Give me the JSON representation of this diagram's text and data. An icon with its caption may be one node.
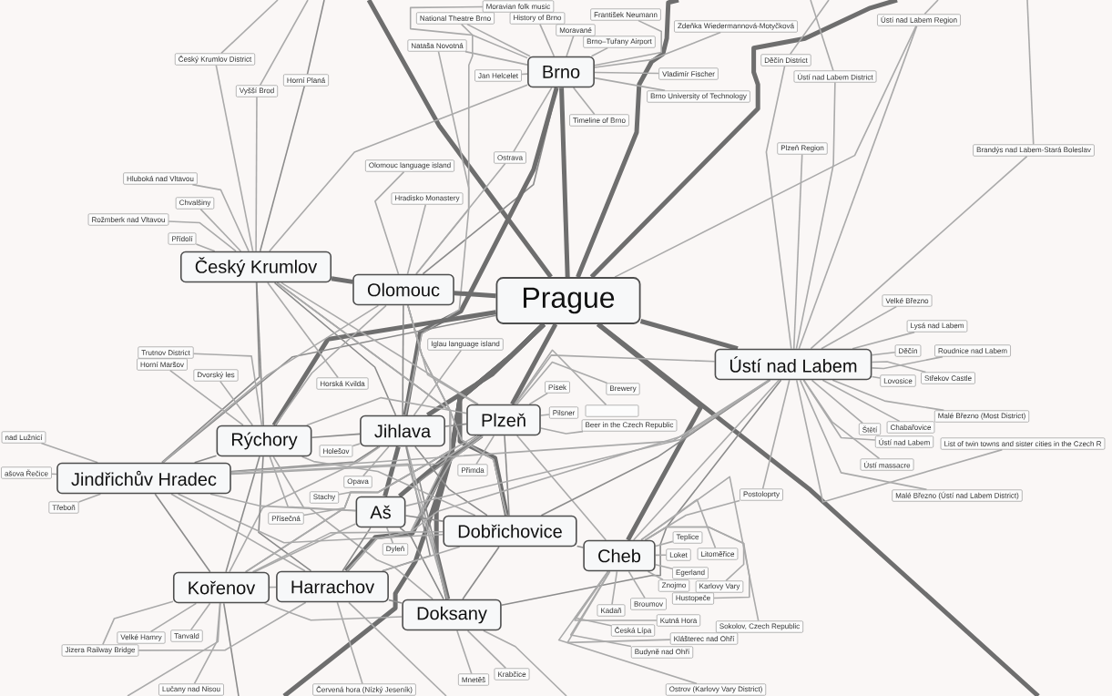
{
  "diagram": {
    "nodes": [
      {
        "text": [
          "Moravian folk music"
        ]
      },
      {
        "text": [
          "National Theatre Brno"
        ]
      },
      {
        "text": [
          "History of Brno"
        ]
      },
      {
        "text": [
          "František Neumann"
        ]
      },
      {
        "text": [
          "Ústí nad Labem Region"
        ]
      },
      {
        "text": [
          "Zdeňka Wiedermannová-Motyčková"
        ]
      },
      {
        "text": [
          "Moravané"
        ]
      },
      {
        "text": [
          "Brno–Tuřany Airport"
        ]
      },
      {
        "text": [
          "Nataša Novotná"
        ]
      },
      {
        "text": [
          "Český Krumlov District"
        ]
      },
      {
        "text": [
          "Děčín District"
        ]
      },
      {
        "text": [
          "Brno"
        ]
      },
      {
        "text": [
          "Jan Helcelet"
        ]
      },
      {
        "text": [
          "Vladimír Fischer"
        ]
      },
      {
        "text": [
          "Ústí nad Labem District"
        ]
      },
      {
        "text": [
          "Horní Planá"
        ]
      },
      {
        "text": [
          "Vyšší Brod"
        ]
      },
      {
        "text": [
          "Brno University of Technology"
        ]
      },
      {
        "text": [
          "Timeline of Brno"
        ]
      },
      {
        "text": [
          "Plzeň Region"
        ]
      },
      {
        "text": [
          "Brandýs nad Labem-Stará Boleslav"
        ]
      },
      {
        "text": [
          "Ostrava"
        ]
      },
      {
        "text": [
          "Olomouc language island"
        ]
      },
      {
        "text": [
          "Hluboká nad Vltavou"
        ]
      },
      {
        "text": [
          "Hradisko Monastery"
        ]
      },
      {
        "text": [
          "Chvalšiny"
        ]
      },
      {
        "text": [
          "Rožmberk nad Vltavou"
        ]
      },
      {
        "text": [
          "Přídolí"
        ]
      },
      {
        "text": [
          "Český Krumlov"
        ]
      },
      {
        "text": [
          "Olomouc"
        ]
      },
      {
        "text": [
          "Prague"
        ]
      },
      {
        "text": [
          "Velké Březno"
        ]
      },
      {
        "text": [
          "Lysá nad Labem"
        ]
      },
      {
        "text": [
          "Iglau language island"
        ]
      },
      {
        "text": [
          "Děčín"
        ]
      },
      {
        "text": [
          "Roudnice nad Labem"
        ]
      },
      {
        "text": [
          "Trutnov District"
        ]
      },
      {
        "text": [
          "Horní Maršov"
        ]
      },
      {
        "text": [
          "Ústí nad Labem"
        ]
      },
      {
        "text": [
          "Dvorský les"
        ]
      },
      {
        "text": [
          "Střekov Castle"
        ]
      },
      {
        "text": [
          "Lovosice"
        ]
      },
      {
        "text": [
          "Horská Kvilda"
        ]
      },
      {
        "text": [
          "Písek"
        ]
      },
      {
        "text": [
          "Brewery"
        ]
      },
      {
        "text": [],
        "shape": "box"
      },
      {
        "text": [
          "Pilsner"
        ]
      },
      {
        "text": [
          "Malé Březno (Most District)"
        ]
      },
      {
        "text": [
          "Plzeň"
        ]
      },
      {
        "text": [
          "Beer in the Czech Republic"
        ]
      },
      {
        "text": [
          "Štětí"
        ]
      },
      {
        "text": [
          "Chabařovice"
        ]
      },
      {
        "text": [
          "Jihlava"
        ]
      },
      {
        "text": [
          "nad Lužnicí"
        ]
      },
      {
        "text": [
          "Rýchory"
        ]
      },
      {
        "text": [
          "Ústí nad Labem"
        ]
      },
      {
        "text": [
          "List of twin towns and sister cities in the Czech R"
        ]
      },
      {
        "text": [
          "Holešov"
        ]
      },
      {
        "text": [
          "Ústí massacre"
        ]
      },
      {
        "text": [
          "Přimda"
        ]
      },
      {
        "text": [
          "ašova Řečice"
        ]
      },
      {
        "text": [
          "Jindřichův Hradec"
        ]
      },
      {
        "text": [
          "Opava"
        ]
      },
      {
        "text": [
          "Postoloprty"
        ]
      },
      {
        "text": [
          "Malé Březno (Ústí nad Labem District)"
        ]
      },
      {
        "text": [
          "Stachy"
        ]
      },
      {
        "text": [
          "Třeboň"
        ]
      },
      {
        "text": [
          "Aš"
        ]
      },
      {
        "text": [
          "Přísečná"
        ]
      },
      {
        "text": [
          "Dobřichovice"
        ]
      },
      {
        "text": [
          "Teplice"
        ]
      },
      {
        "text": [
          "Dyleň"
        ]
      },
      {
        "text": [
          "Loket"
        ]
      },
      {
        "text": [
          "Litoměřice"
        ]
      },
      {
        "text": [
          "Cheb"
        ]
      },
      {
        "text": [
          "Egerland"
        ]
      },
      {
        "text": [
          "Znojmo"
        ]
      },
      {
        "text": [
          "Karlovy Vary"
        ]
      },
      {
        "text": [
          "Kořenov"
        ]
      },
      {
        "text": [
          "Harrachov"
        ]
      },
      {
        "text": [
          "Hustopeče"
        ]
      },
      {
        "text": [
          "Broumov"
        ]
      },
      {
        "text": [
          "Kadaň"
        ]
      },
      {
        "text": [
          "Doksany"
        ]
      },
      {
        "text": [
          "Kutná Hora"
        ]
      },
      {
        "text": [
          "Sokolov, Czech Republic"
        ]
      },
      {
        "text": [
          "Česká Lípa"
        ]
      },
      {
        "text": [
          "Tanvald"
        ]
      },
      {
        "text": [
          "Velké Hamry"
        ]
      },
      {
        "text": [
          "Klášterec nad Ohří"
        ]
      },
      {
        "text": [
          "Jizera Railway Bridge"
        ]
      },
      {
        "text": [
          "Budyně nad Ohří"
        ]
      },
      {
        "text": [
          "Krabčice"
        ]
      },
      {
        "text": [
          "Mnetěš"
        ]
      },
      {
        "text": [
          "Červená hora (Nízký Jeseník)"
        ]
      },
      {
        "text": [
          "Lučany nad Nisou"
        ]
      },
      {
        "text": [
          "Ostrov (Karlovy Vary District)"
        ]
      }
    ],
    "edges": [
      {
        "from": null,
        "to": 9,
        "arrow": "none"
      },
      {
        "from": null,
        "to": 16,
        "arrow": "none"
      },
      {
        "from": null,
        "to": 15,
        "arrow": "none",
        "color": "#8c8c8c"
      },
      {
        "from": null,
        "to": 30,
        "arrow": "none",
        "style": "thick",
        "color": "#6e6e6e"
      },
      {
        "from": null,
        "to": 30,
        "arrow": "none",
        "style": "thick",
        "color": "#6e6e6e"
      },
      {
        "from": 30,
        "to": null,
        "arrow": "none",
        "style": "thick",
        "color": "#6e6e6e"
      },
      {
        "from": 30,
        "to": null,
        "arrow": "none",
        "style": "thick",
        "color": "#6e6e6e"
      },
      {
        "from": null,
        "to": 10,
        "arrow": "none"
      },
      {
        "from": null,
        "to": 14,
        "arrow": "none"
      },
      {
        "from": null,
        "to": 4,
        "arrow": "none"
      },
      {
        "from": null,
        "to": 20,
        "arrow": "none"
      },
      {
        "from": 48,
        "to": null,
        "arrow": "none",
        "style": "thick",
        "color": "#6e6e6e"
      },
      {
        "from": 78,
        "to": null,
        "arrow": "none"
      },
      {
        "from": 78,
        "to": null,
        "arrow": "none",
        "color": "#8c8c8c"
      },
      {
        "from": 83,
        "to": null,
        "arrow": "none"
      },
      {
        "from": 79,
        "to": null,
        "arrow": "none"
      },
      {
        "from": 0,
        "to": 11,
        "arrow": "none"
      },
      {
        "from": 1,
        "to": 11,
        "arrow": "none"
      },
      {
        "from": 2,
        "to": 11,
        "arrow": "none"
      },
      {
        "from": 3,
        "to": 11,
        "arrow": "none"
      },
      {
        "from": 5,
        "to": 11,
        "arrow": "none"
      },
      {
        "from": 6,
        "to": 11,
        "arrow": "none"
      },
      {
        "from": 7,
        "to": 11,
        "arrow": "none"
      },
      {
        "from": 8,
        "to": 11,
        "arrow": "none"
      },
      {
        "from": 12,
        "to": 11,
        "arrow": "none"
      },
      {
        "from": 13,
        "to": 11,
        "arrow": "none"
      },
      {
        "from": 17,
        "to": 11,
        "arrow": "none"
      },
      {
        "from": 18,
        "to": 11,
        "arrow": "none"
      },
      {
        "from": 11,
        "to": 30,
        "arrow": "none",
        "style": "thick",
        "color": "#6e6e6e"
      },
      {
        "from": 11,
        "to": 29,
        "arrow": "none",
        "color": "#8c8c8c"
      },
      {
        "from": 11,
        "to": 52,
        "arrow": "none",
        "style": "thick",
        "color": "#6e6e6e"
      },
      {
        "from": 11,
        "to": 28,
        "arrow": "none"
      },
      {
        "from": 21,
        "to": 11,
        "arrow": "none"
      },
      {
        "from": 21,
        "to": 29,
        "arrow": "none"
      },
      {
        "from": 1,
        "to": 29,
        "arrow": "none"
      },
      {
        "from": 8,
        "to": 52,
        "arrow": "none"
      },
      {
        "from": 22,
        "to": 29,
        "arrow": "none"
      },
      {
        "from": 24,
        "to": 29,
        "arrow": "none"
      },
      {
        "from": 9,
        "to": 28,
        "arrow": "none"
      },
      {
        "from": 15,
        "to": 28,
        "arrow": "none",
        "color": "#8c8c8c"
      },
      {
        "from": 16,
        "to": 28,
        "arrow": "none"
      },
      {
        "from": 23,
        "to": 28,
        "arrow": "none"
      },
      {
        "from": 25,
        "to": 28,
        "arrow": "none"
      },
      {
        "from": 26,
        "to": 28,
        "arrow": "none"
      },
      {
        "from": 27,
        "to": 28,
        "arrow": "none"
      },
      {
        "from": 4,
        "to": 38,
        "arrow": "none"
      },
      {
        "from": 4,
        "to": 30,
        "arrow": "none"
      },
      {
        "from": 10,
        "to": 38,
        "arrow": "none"
      },
      {
        "from": 14,
        "to": 38,
        "arrow": "none"
      },
      {
        "from": 19,
        "to": 38,
        "arrow": "none"
      },
      {
        "from": 20,
        "to": 38,
        "arrow": "none"
      },
      {
        "from": 29,
        "to": 30,
        "arrow": "none",
        "style": "thick",
        "color": "#6e6e6e"
      },
      {
        "from": 30,
        "to": 38,
        "arrow": "none",
        "style": "thick",
        "color": "#6e6e6e"
      },
      {
        "from": 30,
        "to": 48,
        "arrow": "none",
        "style": "thick",
        "color": "#6e6e6e"
      },
      {
        "from": 30,
        "to": 52,
        "arrow": "none",
        "style": "thick",
        "color": "#6e6e6e"
      },
      {
        "from": 30,
        "to": 54,
        "arrow": "none",
        "style": "thick",
        "color": "#6e6e6e"
      },
      {
        "from": 30,
        "to": 61,
        "arrow": "none",
        "color": "#8c8c8c"
      },
      {
        "from": 30,
        "to": 67,
        "arrow": "none",
        "style": "thick",
        "color": "#6e6e6e"
      },
      {
        "from": 30,
        "to": 69,
        "arrow": "none",
        "style": "thick",
        "color": "#6e6e6e"
      },
      {
        "from": 30,
        "to": 74,
        "arrow": "none",
        "style": "thick",
        "color": "#6e6e6e"
      },
      {
        "from": 30,
        "to": 79,
        "arrow": "none",
        "style": "thick",
        "color": "#6e6e6e"
      },
      {
        "from": 30,
        "to": 83,
        "arrow": "none",
        "style": "thick",
        "color": "#6e6e6e"
      },
      {
        "from": 28,
        "to": 29,
        "arrow": "none",
        "style": "thick",
        "color": "#6e6e6e"
      },
      {
        "from": 28,
        "to": 54,
        "arrow": "none",
        "color": "#8c8c8c"
      },
      {
        "from": 28,
        "to": 52,
        "arrow": "none",
        "color": "#8c8c8c"
      },
      {
        "from": 28,
        "to": 61,
        "arrow": "none",
        "color": "#8c8c8c"
      },
      {
        "from": 28,
        "to": 69,
        "arrow": "none"
      },
      {
        "from": 28,
        "to": 48,
        "arrow": "none"
      },
      {
        "from": 29,
        "to": 52,
        "arrow": "none",
        "color": "#8c8c8c"
      },
      {
        "from": 29,
        "to": 54,
        "arrow": "none"
      },
      {
        "from": 29,
        "to": 48,
        "arrow": "none"
      },
      {
        "from": 29,
        "to": 69,
        "arrow": "none"
      },
      {
        "from": 29,
        "to": 79,
        "arrow": "none"
      },
      {
        "from": 29,
        "to": 61,
        "arrow": "none"
      },
      {
        "from": 29,
        "to": 78,
        "arrow": "none"
      },
      {
        "from": 52,
        "to": 48,
        "arrow": "none",
        "color": "#8c8c8c"
      },
      {
        "from": 52,
        "to": 54,
        "arrow": "none",
        "color": "#8c8c8c"
      },
      {
        "from": 52,
        "to": 67,
        "arrow": "none",
        "style": "thick",
        "color": "#6e6e6e"
      },
      {
        "from": 52,
        "to": 69,
        "arrow": "none",
        "color": "#8c8c8c"
      },
      {
        "from": 52,
        "to": 83,
        "arrow": "none"
      },
      {
        "from": 52,
        "to": 79,
        "arrow": "none",
        "color": "#8c8c8c"
      },
      {
        "from": 52,
        "to": 78,
        "arrow": "none"
      },
      {
        "from": 52,
        "to": 61,
        "arrow": "none",
        "color": "#8c8c8c"
      },
      {
        "from": 48,
        "to": 69,
        "arrow": "none",
        "color": "#8c8c8c"
      },
      {
        "from": 48,
        "to": 83,
        "arrow": "none",
        "color": "#8c8c8c"
      },
      {
        "from": 48,
        "to": 79,
        "arrow": "none"
      },
      {
        "from": 48,
        "to": 78,
        "arrow": "none"
      },
      {
        "from": 48,
        "to": 54,
        "arrow": "none"
      },
      {
        "from": 48,
        "to": 61,
        "arrow": "none"
      },
      {
        "from": 48,
        "to": 38,
        "arrow": "none"
      },
      {
        "from": 48,
        "to": 74,
        "arrow": "none"
      },
      {
        "from": 54,
        "to": 61,
        "arrow": "none",
        "color": "#8c8c8c"
      },
      {
        "from": 54,
        "to": 67,
        "arrow": "none"
      },
      {
        "from": 54,
        "to": 79,
        "arrow": "none",
        "color": "#8c8c8c"
      },
      {
        "from": 54,
        "to": 78,
        "arrow": "none",
        "color": "#8c8c8c"
      },
      {
        "from": 54,
        "to": 69,
        "arrow": "none"
      },
      {
        "from": 54,
        "to": 83,
        "arrow": "none"
      },
      {
        "from": 61,
        "to": 67,
        "arrow": "none"
      },
      {
        "from": 61,
        "to": 78,
        "arrow": "none",
        "color": "#8c8c8c"
      },
      {
        "from": 61,
        "to": 79,
        "arrow": "none"
      },
      {
        "from": 61,
        "to": 83,
        "arrow": "none"
      },
      {
        "from": 61,
        "to": 69,
        "arrow": "none"
      },
      {
        "from": 67,
        "to": 69,
        "arrow": "none",
        "color": "#8c8c8c"
      },
      {
        "from": 67,
        "to": 79,
        "arrow": "none",
        "color": "#8c8c8c"
      },
      {
        "from": 67,
        "to": 78,
        "arrow": "none"
      },
      {
        "from": 67,
        "to": 83,
        "arrow": "none",
        "color": "#8c8c8c"
      },
      {
        "from": 69,
        "to": 74,
        "arrow": "none",
        "color": "#8c8c8c"
      },
      {
        "from": 69,
        "to": 83,
        "arrow": "none",
        "color": "#8c8c8c"
      },
      {
        "from": 69,
        "to": 79,
        "arrow": "none"
      },
      {
        "from": 69,
        "to": 78,
        "arrow": "none"
      },
      {
        "from": 78,
        "to": 79,
        "arrow": "none"
      },
      {
        "from": 79,
        "to": 83,
        "arrow": "none",
        "color": "#8c8c8c"
      },
      {
        "from": 78,
        "to": 83,
        "arrow": "none"
      },
      {
        "from": 38,
        "to": 69,
        "arrow": "none",
        "color": "#8c8c8c"
      },
      {
        "from": 38,
        "to": 83,
        "arrow": "none",
        "color": "#8c8c8c"
      },
      {
        "from": 38,
        "to": 67,
        "arrow": "none"
      },
      {
        "from": 38,
        "to": 61,
        "arrow": "none"
      },
      {
        "from": 38,
        "to": 79,
        "arrow": "none"
      },
      {
        "from": 38,
        "to": 74,
        "arrow": "none"
      },
      {
        "from": 31,
        "to": 38,
        "arrow": "none"
      },
      {
        "from": 32,
        "to": 38,
        "arrow": "none"
      },
      {
        "from": 34,
        "to": 38,
        "arrow": "none"
      },
      {
        "from": 35,
        "to": 38,
        "arrow": "none"
      },
      {
        "from": 40,
        "to": 38,
        "arrow": "none"
      },
      {
        "from": 41,
        "to": 38,
        "arrow": "none"
      },
      {
        "from": 47,
        "to": 38,
        "arrow": "none"
      },
      {
        "from": 50,
        "to": 38,
        "arrow": "none"
      },
      {
        "from": 51,
        "to": 38,
        "arrow": "none"
      },
      {
        "from": 55,
        "to": 38,
        "arrow": "none"
      },
      {
        "from": 56,
        "to": 38,
        "arrow": "none"
      },
      {
        "from": 58,
        "to": 38,
        "arrow": "none"
      },
      {
        "from": 64,
        "to": 38,
        "arrow": "none"
      },
      {
        "from": 43,
        "to": 48,
        "arrow": "none"
      },
      {
        "from": 44,
        "to": 48,
        "arrow": "none"
      },
      {
        "from": 45,
        "to": 48,
        "arrow": "none"
      },
      {
        "from": 46,
        "to": 48,
        "arrow": "none"
      },
      {
        "from": 49,
        "to": 48,
        "arrow": "none"
      },
      {
        "from": 59,
        "to": 48,
        "arrow": "none"
      },
      {
        "from": 33,
        "to": 52,
        "arrow": "none"
      },
      {
        "from": 57,
        "to": 52,
        "arrow": "none"
      },
      {
        "from": 62,
        "to": 52,
        "arrow": "none"
      },
      {
        "from": 36,
        "to": 54,
        "arrow": "none"
      },
      {
        "from": 37,
        "to": 54,
        "arrow": "none"
      },
      {
        "from": 39,
        "to": 54,
        "arrow": "none"
      },
      {
        "from": 42,
        "to": 28,
        "arrow": "none"
      },
      {
        "from": 65,
        "to": 28,
        "arrow": "none"
      },
      {
        "from": 68,
        "to": 28,
        "arrow": "none"
      },
      {
        "from": 71,
        "to": 67,
        "arrow": "none"
      },
      {
        "from": 53,
        "to": 61,
        "arrow": "none"
      },
      {
        "from": 60,
        "to": 61,
        "arrow": "none"
      },
      {
        "from": 66,
        "to": 61,
        "arrow": "none"
      },
      {
        "from": 63,
        "to": 38,
        "arrow": "none"
      },
      {
        "from": 63,
        "to": 74,
        "arrow": "none"
      },
      {
        "from": 70,
        "to": 74,
        "arrow": "none"
      },
      {
        "from": 72,
        "to": 74,
        "arrow": "none"
      },
      {
        "from": 73,
        "to": 74,
        "arrow": "none"
      },
      {
        "from": 75,
        "to": 74,
        "arrow": "none"
      },
      {
        "from": 76,
        "to": 74,
        "arrow": "none"
      },
      {
        "from": 77,
        "to": 74,
        "arrow": "none"
      },
      {
        "from": 80,
        "to": 74,
        "arrow": "none"
      },
      {
        "from": 81,
        "to": 74,
        "arrow": "none"
      },
      {
        "from": 82,
        "to": 74,
        "arrow": "none"
      },
      {
        "from": 84,
        "to": 74,
        "arrow": "none"
      },
      {
        "from": 85,
        "to": 74,
        "arrow": "none"
      },
      {
        "from": 86,
        "to": 74,
        "arrow": "none"
      },
      {
        "from": 89,
        "to": 74,
        "arrow": "none"
      },
      {
        "from": 91,
        "to": 74,
        "arrow": "none"
      },
      {
        "from": 96,
        "to": 74,
        "arrow": "none"
      },
      {
        "from": 87,
        "to": 78,
        "arrow": "none"
      },
      {
        "from": 88,
        "to": 78,
        "arrow": "none"
      },
      {
        "from": 90,
        "to": 78,
        "arrow": "none"
      },
      {
        "from": 95,
        "to": 78,
        "arrow": "none"
      },
      {
        "from": 90,
        "to": 79,
        "arrow": "none"
      },
      {
        "from": 92,
        "to": 83,
        "arrow": "none"
      },
      {
        "from": 93,
        "to": 83,
        "arrow": "none"
      },
      {
        "from": 94,
        "to": 79,
        "arrow": "none"
      }
    ]
  }
}
